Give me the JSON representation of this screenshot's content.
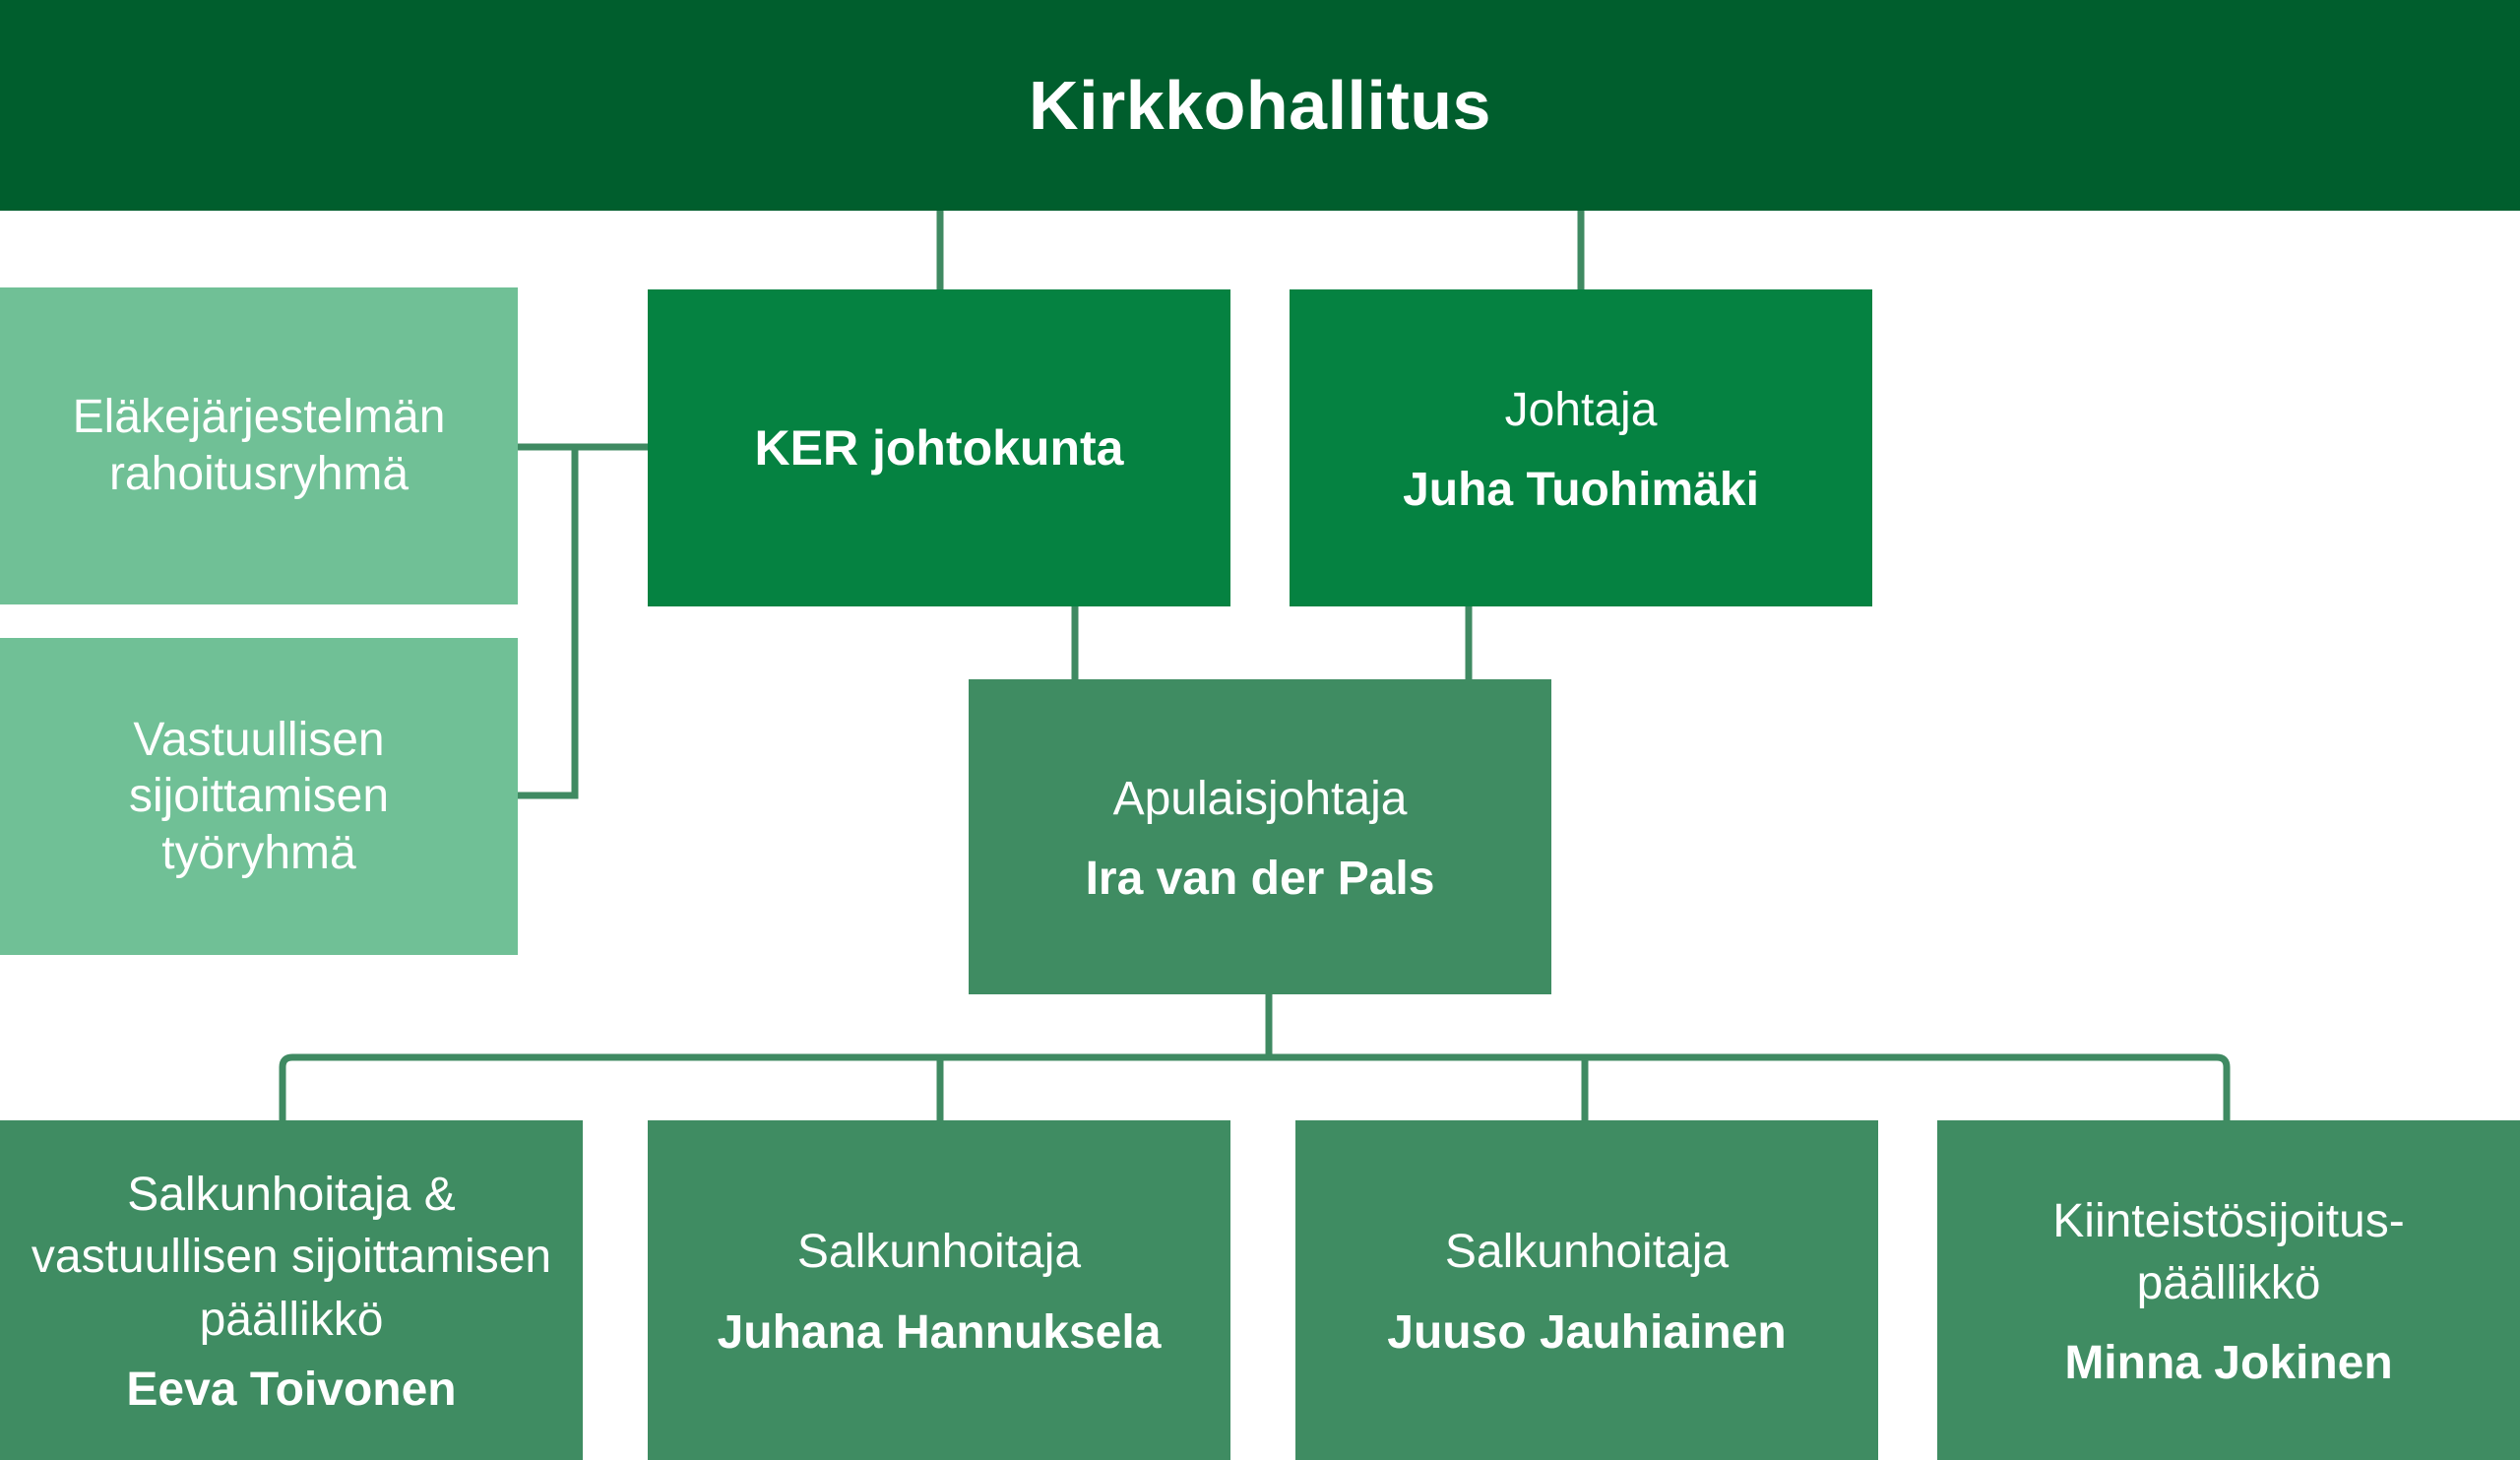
{
  "top": {
    "name": "Kirkkohallitus"
  },
  "groups": {
    "pension_funding": "Eläkejärjestelmän rahoitusryhmä",
    "responsible_investing": "Vastuullisen sijoittamisen työryhmä"
  },
  "board": {
    "name": "KER johtokunta"
  },
  "director": {
    "role": "Johtaja",
    "person": "Juha Tuohimäki"
  },
  "deputy": {
    "role": "Apulaisjohtaja",
    "person": "Ira van der Pals"
  },
  "managers": [
    {
      "role": "Salkunhoitaja & vastuullisen sijoittamisen päällikkö",
      "person": "Eeva Toivonen"
    },
    {
      "role": "Salkunhoitaja",
      "person": "Juhana Hannuksela"
    },
    {
      "role": "Salkunhoitaja",
      "person": "Juuso Jauhiainen"
    },
    {
      "role": "Kiinteistösijoitus-päällikkö",
      "person": "Minna Jokinen"
    }
  ],
  "colors": {
    "top": "#005e2d",
    "bright": "#058241",
    "mid": "#3f8c62",
    "light": "#70c096",
    "connector": "#3f8a62"
  }
}
